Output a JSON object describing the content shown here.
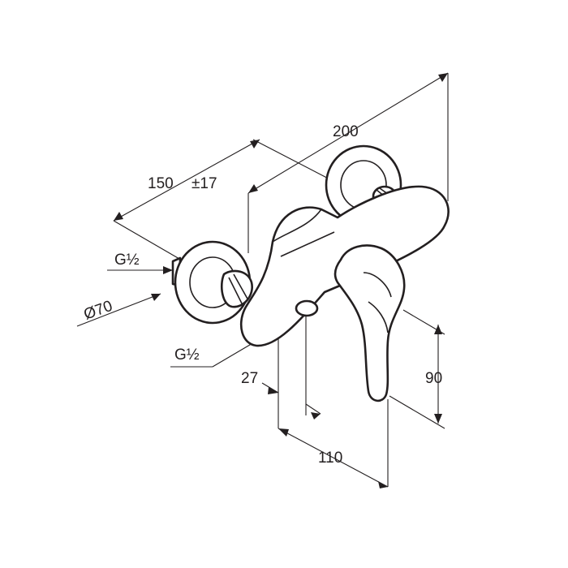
{
  "drawing": {
    "labels": {
      "dim_200": "200",
      "dim_150": "150",
      "dim_17": "±17",
      "thread_top": "G½",
      "diameter_70": "Ø70",
      "thread_bottom": "G½",
      "dim_27": "27",
      "dim_90": "90",
      "dim_110": "110"
    },
    "colors": {
      "line": "#231f20",
      "background": "#ffffff"
    }
  }
}
